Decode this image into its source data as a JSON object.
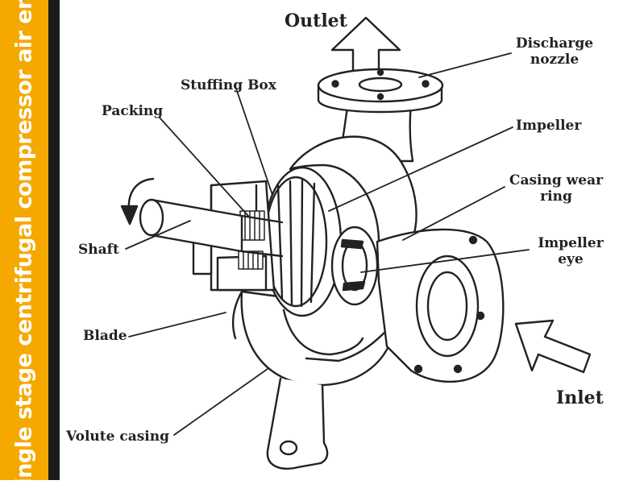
{
  "side_title": "Single stage centrifugal compressor air end",
  "labels": {
    "outlet": "Outlet",
    "discharge_nozzle_line1": "Discharge",
    "discharge_nozzle_line2": "nozzle",
    "stuffing_box": "Stuffing Box",
    "packing": "Packing",
    "impeller": "Impeller",
    "casing_wear_ring_line1": "Casing wear",
    "casing_wear_ring_line2": "ring",
    "shaft": "Shaft",
    "impeller_eye_line1": "Impeller",
    "impeller_eye_line2": "eye",
    "blade": "Blade",
    "inlet": "Inlet",
    "volute_casing": "Volute casing"
  },
  "colors": {
    "side_bar": "#f5a800",
    "side_stripe": "#1a1a1a",
    "line": "#222222"
  }
}
